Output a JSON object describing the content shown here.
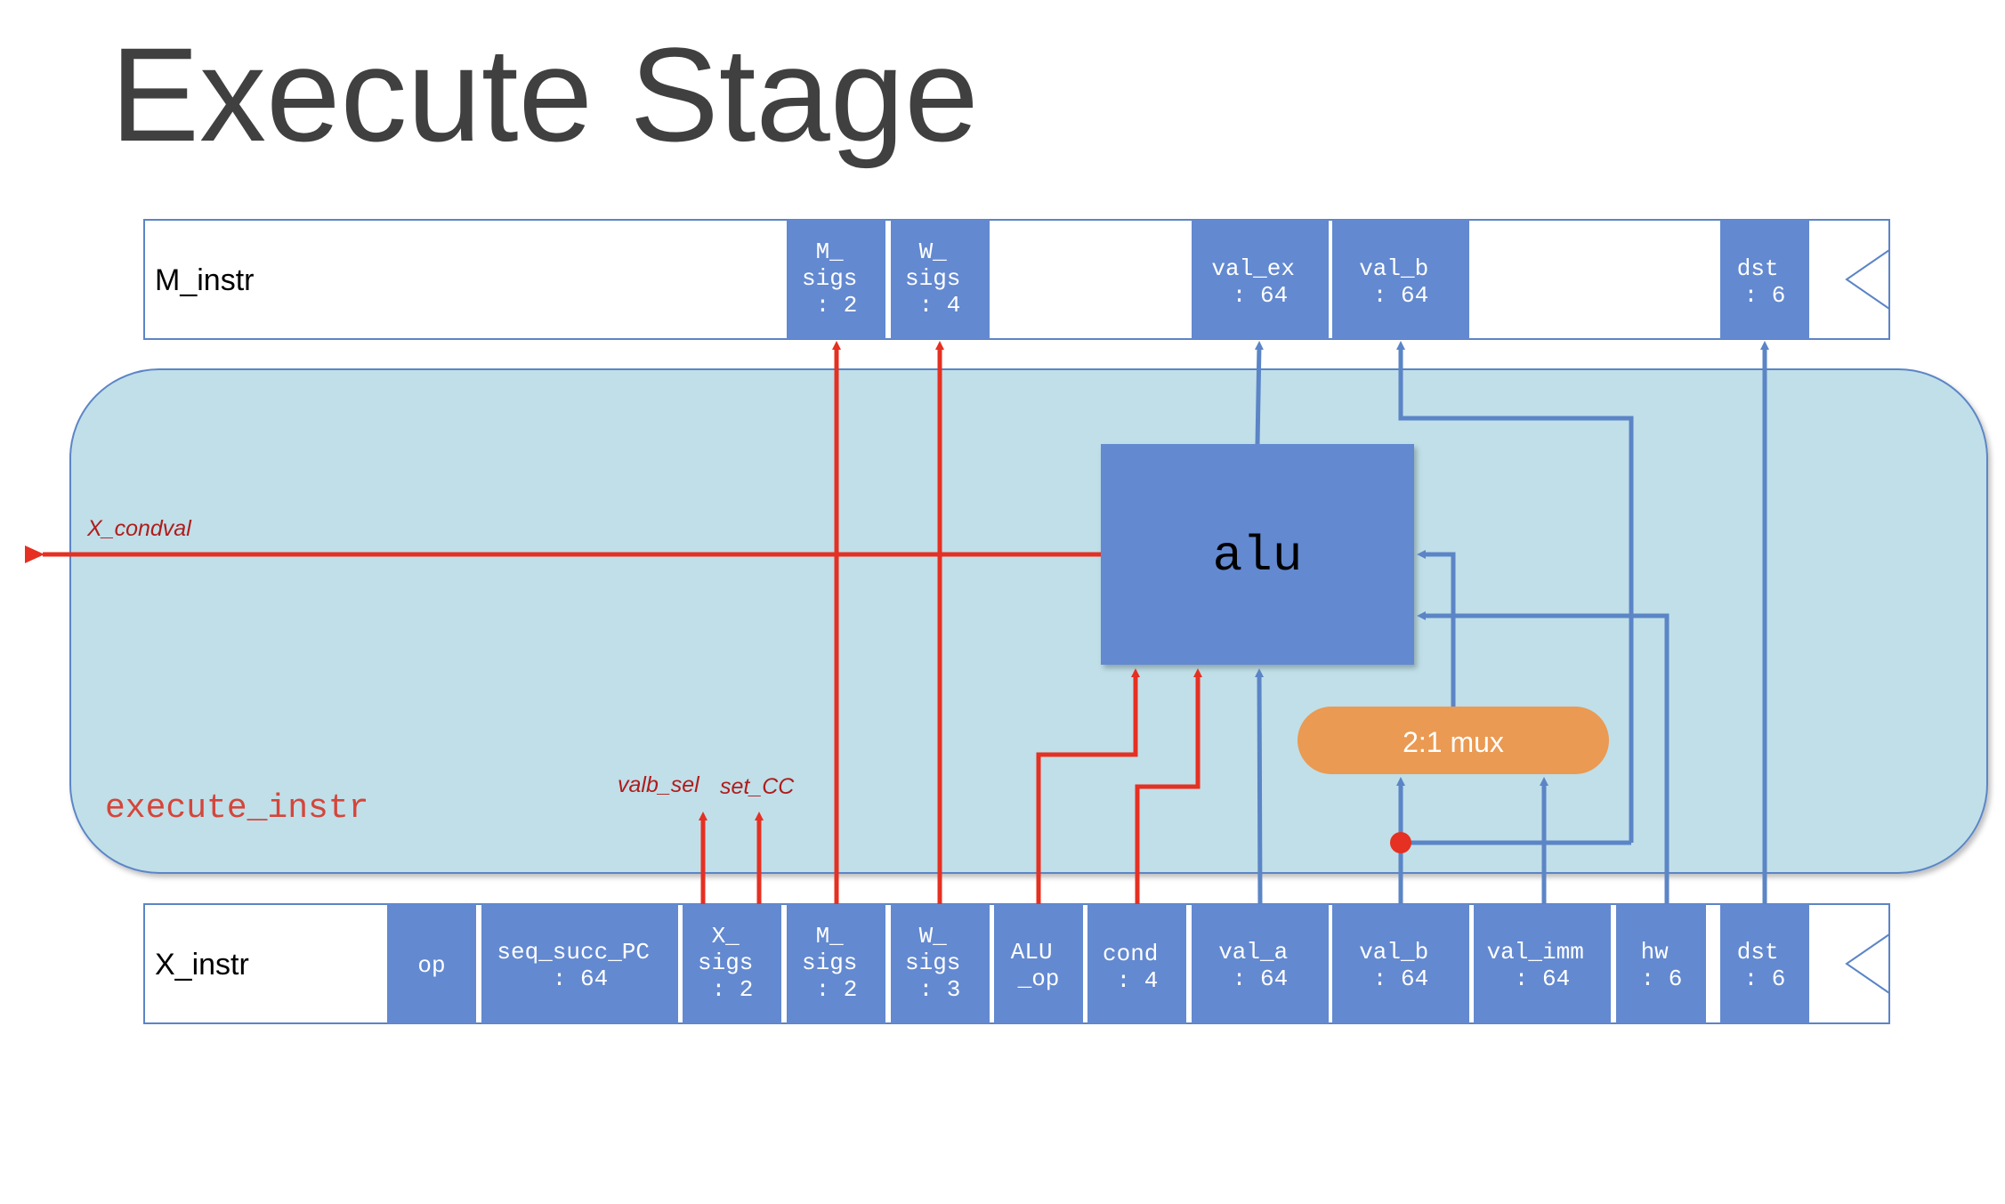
{
  "title": "Execute Stage",
  "colors": {
    "field_fill": "#6389d0",
    "stage_fill": "#c0dfe8",
    "red_wire": "#e53022",
    "blue_wire": "#5b85c6",
    "mux_fill": "#ea9a52",
    "signal_label": "#b01c1c",
    "stage_label": "#d5453a"
  },
  "m_instr": {
    "label": "M_instr",
    "fields": [
      {
        "l1": "M_",
        "l2": "sigs",
        "l3": ": 2"
      },
      {
        "l1": "W_",
        "l2": "sigs",
        "l3": ": 4"
      },
      {
        "l1": "val_ex",
        "l2": ": 64"
      },
      {
        "l1": "val_b",
        "l2": ": 64"
      },
      {
        "l1": "dst",
        "l2": ": 6"
      }
    ]
  },
  "x_instr": {
    "label": "X_instr",
    "fields": [
      {
        "l1": "op"
      },
      {
        "l1": "seq_succ_PC",
        "l2": ": 64"
      },
      {
        "l1": "X_",
        "l2": "sigs",
        "l3": ": 2"
      },
      {
        "l1": "M_",
        "l2": "sigs",
        "l3": ": 2"
      },
      {
        "l1": "W_",
        "l2": "sigs",
        "l3": ": 3"
      },
      {
        "l1": "ALU",
        "l2": "_op"
      },
      {
        "l1": "cond",
        "l2": ": 4"
      },
      {
        "l1": "val_a",
        "l2": ": 64"
      },
      {
        "l1": "val_b",
        "l2": ": 64"
      },
      {
        "l1": "val_imm",
        "l2": ": 64"
      },
      {
        "l1": "hw",
        "l2": ": 6"
      },
      {
        "l1": "dst",
        "l2": ": 6"
      }
    ]
  },
  "stage_label": "execute_instr",
  "alu_label": "alu",
  "mux_label": "2:1 mux",
  "signals": {
    "x_condval": "X_condval",
    "valb_sel": "valb_sel",
    "set_cc": "set_CC"
  }
}
